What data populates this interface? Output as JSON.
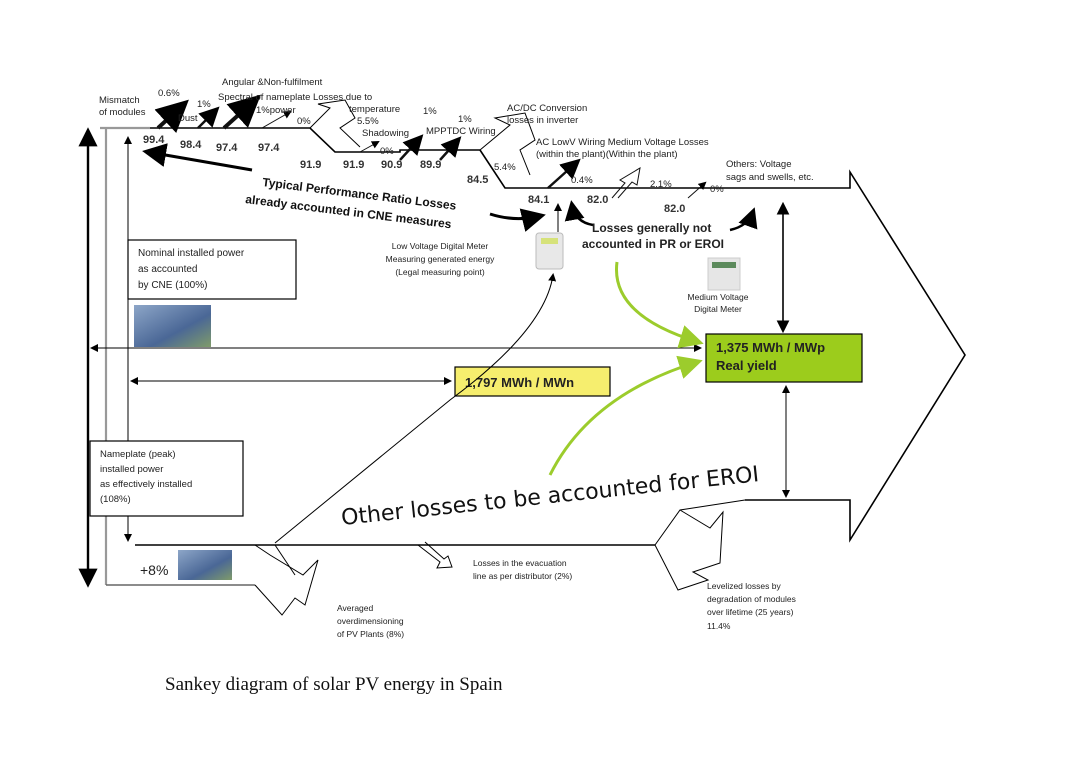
{
  "caption": "Sankey diagram of solar PV energy in Spain",
  "colors": {
    "yellow_box": "#f6ee6e",
    "green_box": "#9ccc1c",
    "green_arrow": "#9ccc2c"
  },
  "top_labels": {
    "mismatch": [
      "Mismatch",
      "of modules"
    ],
    "mismatch_pct": "0.6%",
    "dust": "Dust",
    "dust_pct": "1%",
    "angular": "Angular &Non-fulfilment",
    "spectral": "Spectral of nameplate Losses due to",
    "power_pct": "1%power",
    "zero1": "0%",
    "temperature": "temperature",
    "temp_pct": "5.5%",
    "shadowing": "Shadowing",
    "zero2": "0%",
    "mppt_pct": "1%",
    "wiring_pct": "1%",
    "mppt_wiring": "MPPTDC Wiring",
    "acdc": [
      "AC/DC Conversion",
      "losses in inverter"
    ],
    "acdc_pct": "5.4%",
    "aclow": [
      "AC LowV Wiring Medium Voltage Losses",
      "(within the plant)(Within the plant)"
    ],
    "aclow_pct": "0.4%",
    "mv_pct": "2.1%",
    "others": [
      "Others: Voltage",
      "sags and swells, etc."
    ],
    "others_pct": "0%"
  },
  "values": [
    "99.4",
    "98.4",
    "97.4",
    "97.4",
    "91.9",
    "91.9",
    "90.9",
    "89.9",
    "84.5",
    "84.1",
    "82.0",
    "82.0"
  ],
  "annotations": {
    "typical_pr": [
      "Typical Performance Ratio Losses",
      "already accounted in CNE measures"
    ],
    "not_accounted": [
      "Losses generally not",
      "accounted in PR or  EROI"
    ],
    "lv_meter": [
      "Low Voltage Digital Meter",
      "Measuring generated energy",
      "(Legal measuring point)"
    ],
    "mv_meter": [
      "Medium  Voltage",
      "Digital Meter"
    ],
    "nominal": [
      "Nominal installed power",
      "as accounted",
      "by CNE (100%)"
    ],
    "nameplate": [
      "Nameplate (peak)",
      "installed power",
      "as effectively installed",
      "(108%)"
    ],
    "yield_nominal": "1,797 MWh / MWn",
    "real_yield": [
      "1,375 MWh / MWp",
      "Real yield"
    ],
    "other_losses": "Other losses to be accounted for EROI",
    "plus8": "+8%",
    "evacuation": [
      "Losses in the evacuation",
      "line as per distributor (2%)"
    ],
    "overdim": [
      "Averaged",
      "overdimensioning",
      "of PV Plants (8%)"
    ],
    "levelized": [
      "Levelized losses by",
      "degradation of modules",
      "over lifetime (25 years)",
      "11.4%"
    ]
  }
}
